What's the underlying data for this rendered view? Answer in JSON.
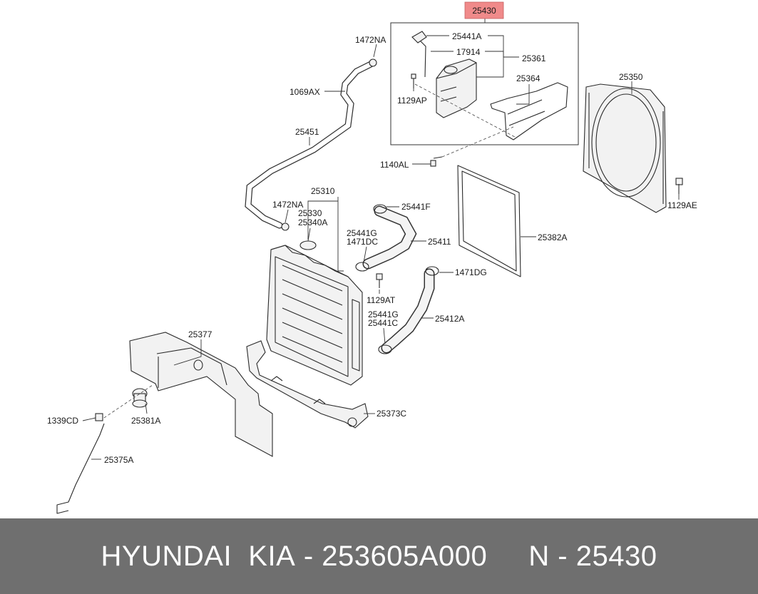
{
  "highlight_color": "#f08a8a",
  "footer_bg": "#6f6f6f",
  "callouts": {
    "c25430": "25430",
    "c1472NA_top": "1472NA",
    "c25441A": "25441A",
    "c17914": "17914",
    "c25361": "25361",
    "c1069AX": "1069AX",
    "c1129AP": "1129AP",
    "c25364": "25364",
    "c25350": "25350",
    "c25451": "25451",
    "c1140AL": "1140AL",
    "c25310": "25310",
    "c1472NA_mid": "1472NA",
    "c25330": "25330",
    "c25340A": "25340A",
    "c25441F": "25441F",
    "c25441G_1": "25441G",
    "c1471DC": "1471DC",
    "c25411": "25411",
    "c25382A": "25382A",
    "c1129AE": "1129AE",
    "c1471DG": "1471DG",
    "c1129AT": "1129AT",
    "c25441G_2": "25441G",
    "c25441C": "25441C",
    "c25412A": "25412A",
    "c25377": "25377",
    "c1339CD": "1339CD",
    "c25381A": "25381A",
    "c25373C": "25373C",
    "c25375A": "25375A"
  },
  "footer": {
    "brand": "HYUNDAI  KIA",
    "sep1": " - ",
    "part_number": "253605A000",
    "gap": "     ",
    "n_label": "N",
    "sep2": " - ",
    "ref_number": "25430"
  }
}
